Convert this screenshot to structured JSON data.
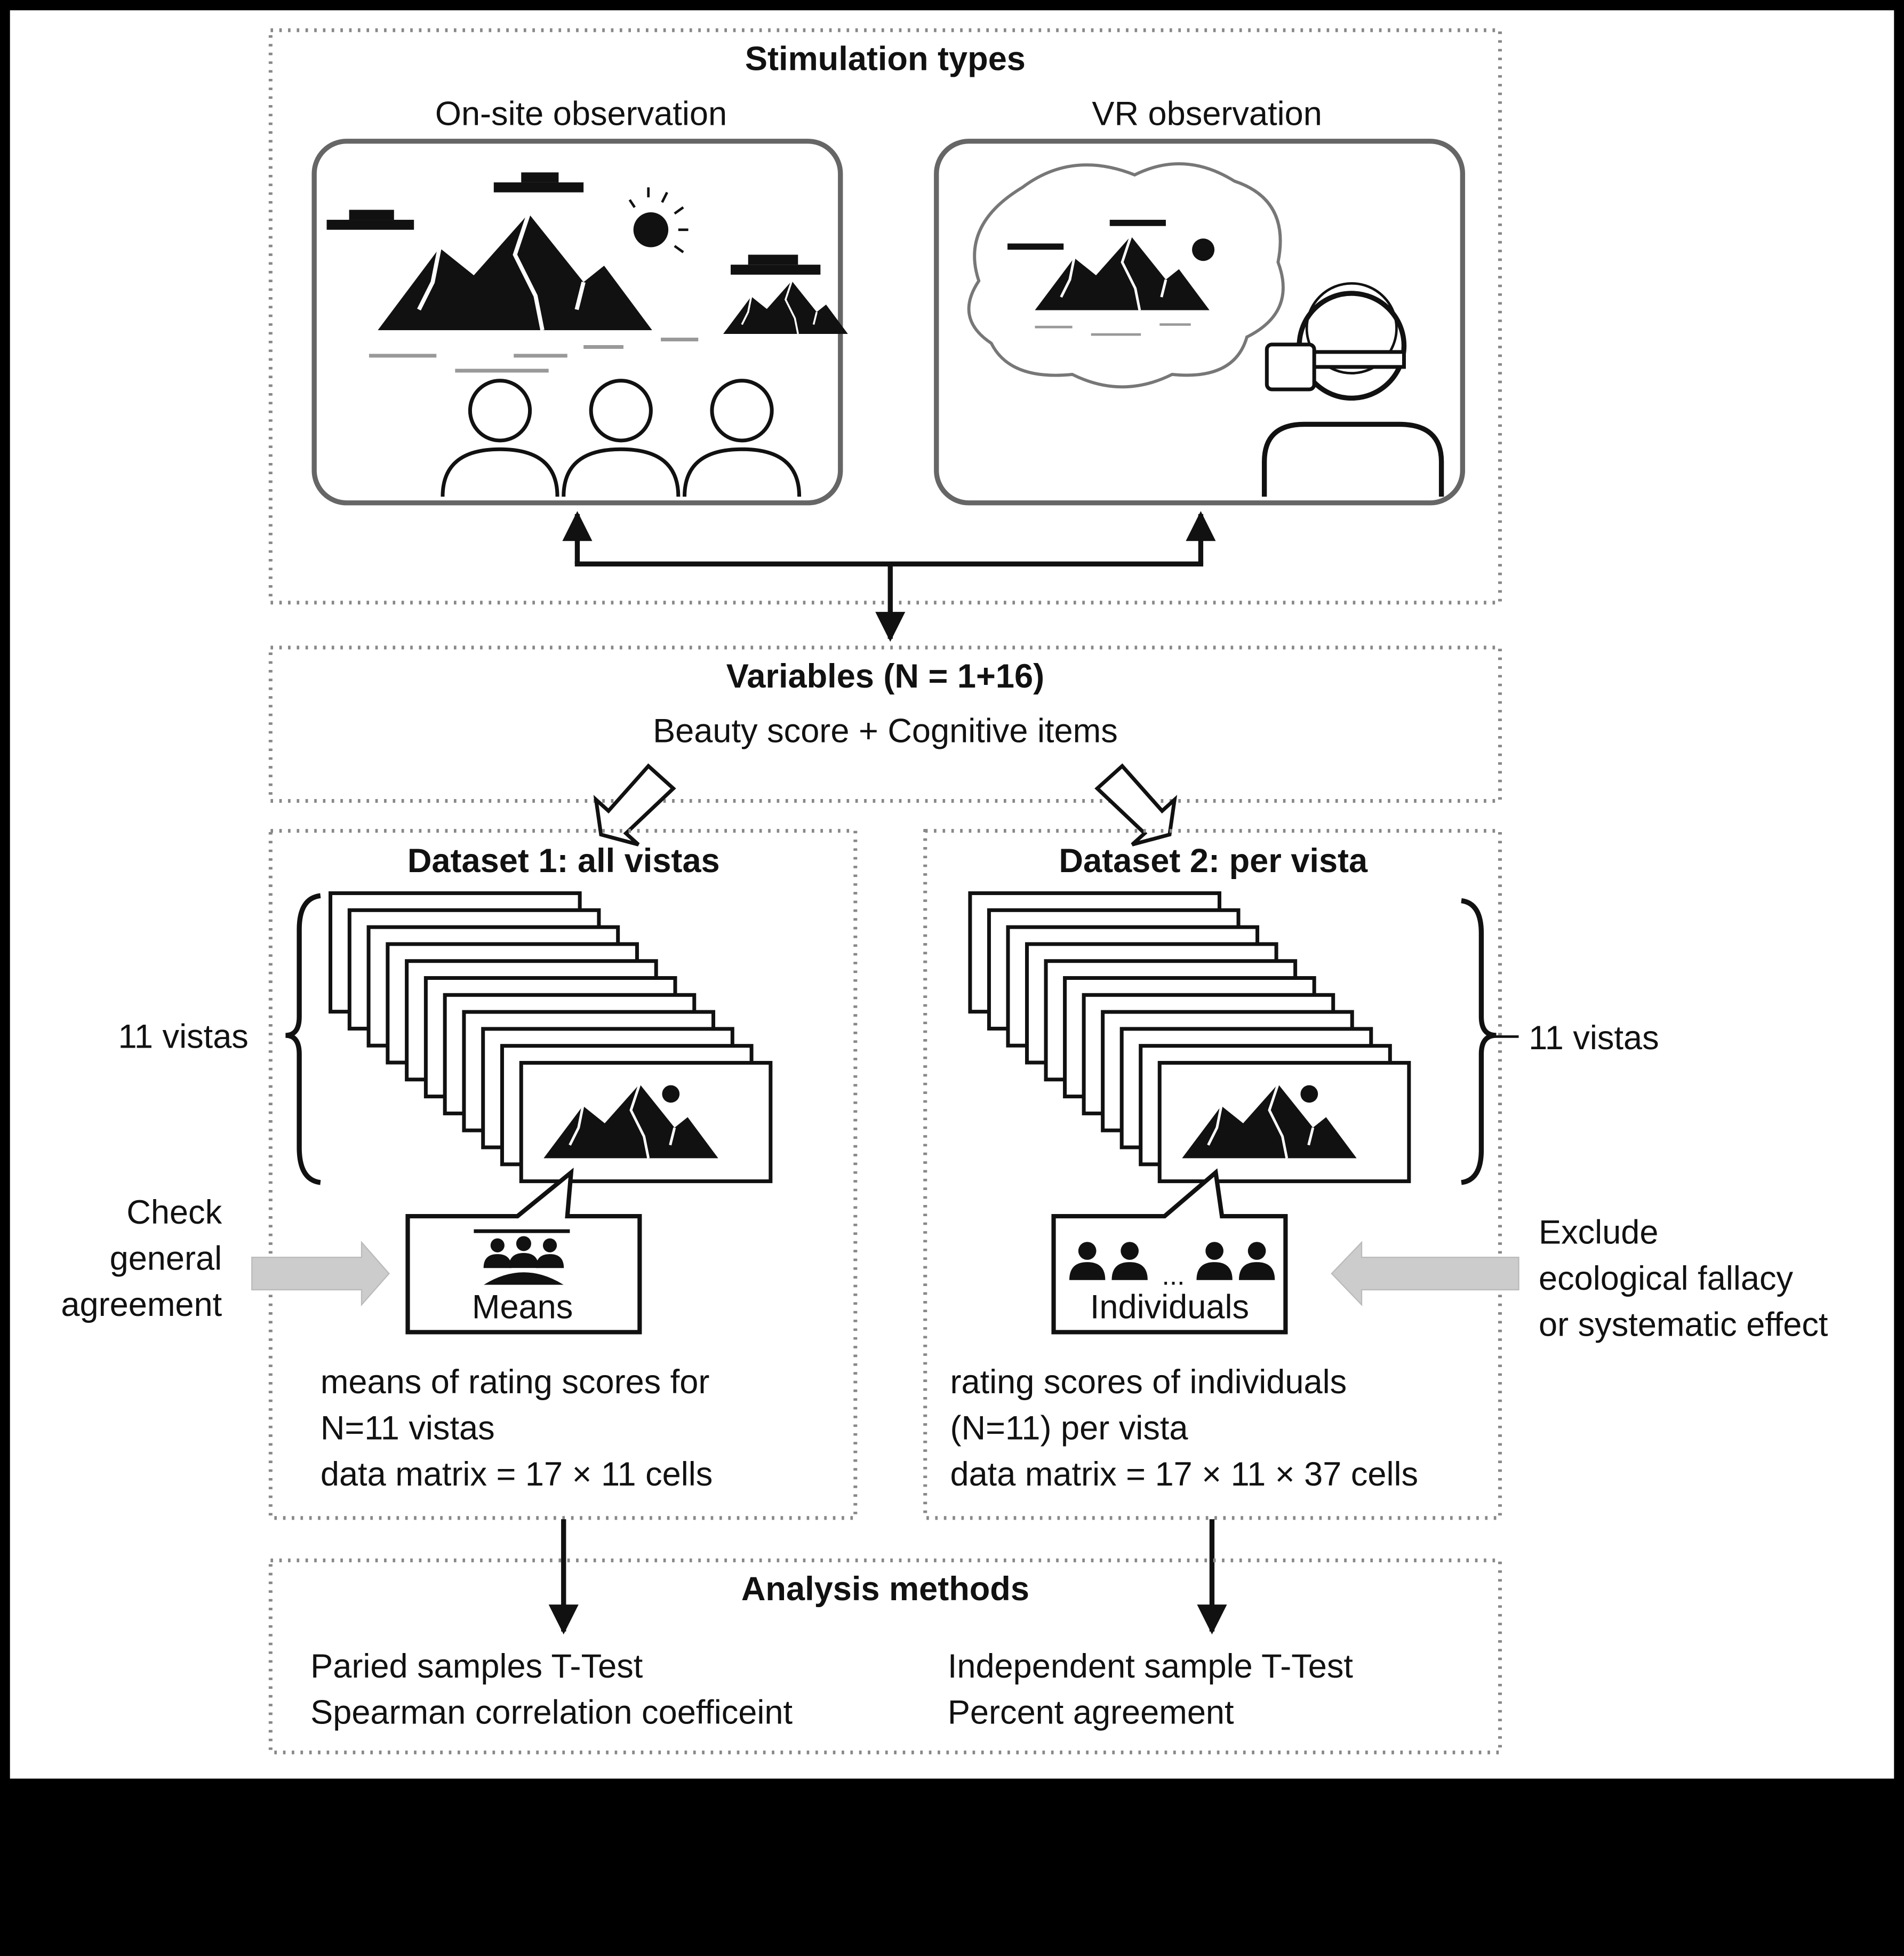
{
  "stimulation": {
    "title": "Stimulation types",
    "onsite_label": "On-site observation",
    "vr_label": "VR observation"
  },
  "variables": {
    "title": "Variables (N = 1+16)",
    "subtitle": "Beauty score + Cognitive items"
  },
  "dataset1": {
    "title": "Dataset 1: all vistas",
    "vistas_label": "11 vistas",
    "means_label": "Means",
    "side_note": [
      "Check",
      "general",
      "agreement"
    ],
    "desc": [
      "means of rating scores for",
      "N=11 vistas",
      "data matrix = 17 × 11 cells"
    ]
  },
  "dataset2": {
    "title": "Dataset 2: per vista",
    "vistas_label": "11 vistas",
    "individuals_label": "Individuals",
    "ellipsis": "...",
    "side_note": [
      "Exclude",
      "ecological fallacy",
      "or systematic effect"
    ],
    "desc": [
      "rating scores of individuals",
      "(N=11) per vista",
      "data matrix = 17 × 11 × 37 cells"
    ]
  },
  "analysis": {
    "title": "Analysis methods",
    "left": [
      "Paried samples T-Test",
      "Spearman correlation coefficeint"
    ],
    "right": [
      "Independent sample T-Test",
      "Percent agreement"
    ]
  }
}
